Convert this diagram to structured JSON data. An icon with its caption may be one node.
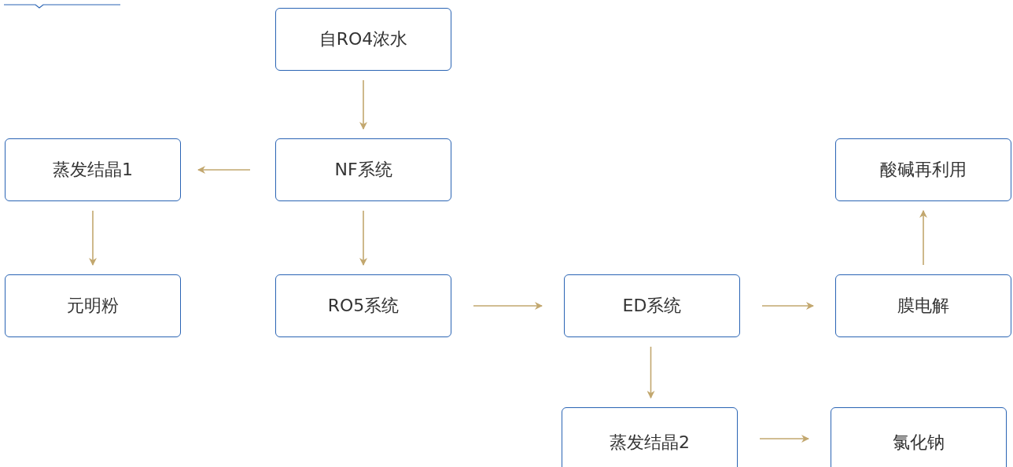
{
  "diagram": {
    "nodes": [
      {
        "text": [
          "自RO4浓水"
        ]
      },
      {
        "text": [
          "NF系统"
        ]
      },
      {
        "text": [
          "蒸发结晶1"
        ]
      },
      {
        "text": [
          "元明粉"
        ]
      },
      {
        "text": [
          "RO5系统"
        ]
      },
      {
        "text": [
          "ED系统"
        ]
      },
      {
        "text": [
          "膜电解"
        ]
      },
      {
        "text": [
          "酸碱再利用"
        ]
      },
      {
        "text": [
          "蒸发结晶2"
        ]
      },
      {
        "text": [
          "氯化钠"
        ]
      }
    ],
    "edges": [
      {
        "from": 0,
        "to": 1,
        "arrow": "to"
      },
      {
        "from": 1,
        "to": 2,
        "arrow": "to"
      },
      {
        "from": 2,
        "to": 3,
        "arrow": "to"
      },
      {
        "from": 1,
        "to": 4,
        "arrow": "to"
      },
      {
        "from": 4,
        "to": 5,
        "arrow": "to"
      },
      {
        "from": 5,
        "to": 6,
        "arrow": "to"
      },
      {
        "from": 6,
        "to": 7,
        "arrow": "to"
      },
      {
        "from": 5,
        "to": 8,
        "arrow": "to"
      },
      {
        "from": 8,
        "to": 9,
        "arrow": "to"
      }
    ]
  }
}
